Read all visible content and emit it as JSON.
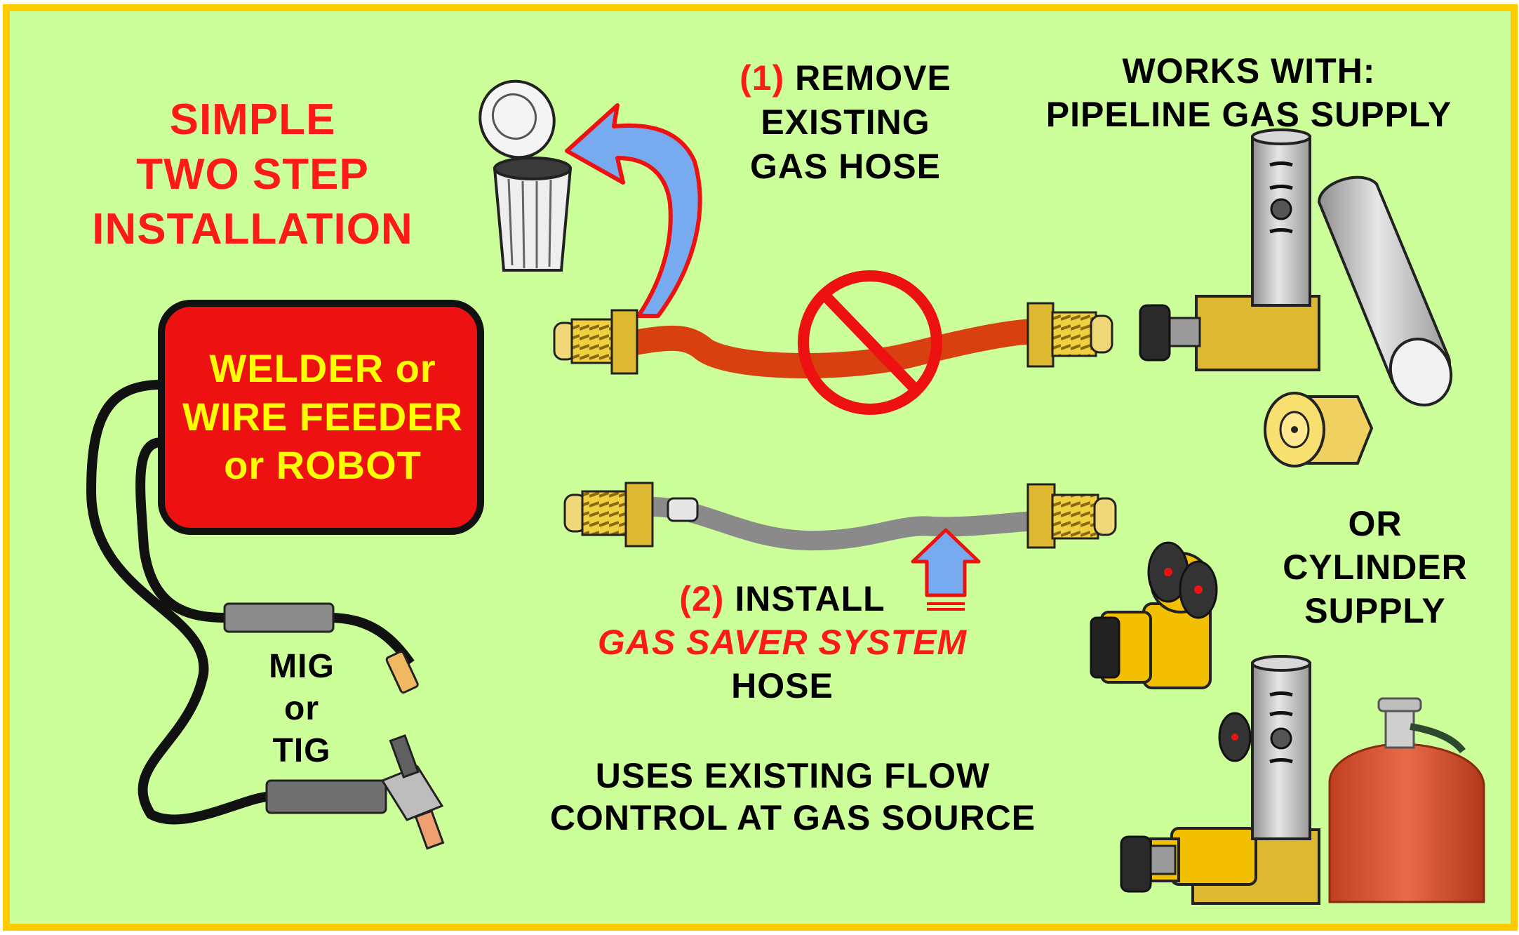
{
  "headline": {
    "line1": "SIMPLE",
    "line2": "TWO STEP",
    "line3": "INSTALLATION"
  },
  "step1": {
    "number": "(1)",
    "line1": "REMOVE",
    "line2": "EXISTING",
    "line3": "GAS HOSE"
  },
  "works_with": {
    "line1": "WORKS WITH:",
    "line2": "PIPELINE GAS SUPPLY"
  },
  "welder_box": {
    "line1": "WELDER or",
    "line2": "WIRE FEEDER",
    "line3": "or ROBOT"
  },
  "torch_label": {
    "line1": "MIG",
    "line2": "or",
    "line3": "TIG"
  },
  "step2": {
    "number": "(2)",
    "line1": "INSTALL",
    "product": "GAS SAVER SYSTEM",
    "line3": "HOSE"
  },
  "cylinder_supply": {
    "line1": "OR",
    "line2": "CYLINDER",
    "line3": "SUPPLY"
  },
  "footer_note": {
    "line1": "USES EXISTING FLOW",
    "line2": "CONTROL AT GAS SOURCE"
  },
  "colors": {
    "background": "#ccff99",
    "border": "#ffcc00",
    "headline_red": "#ff1a1a",
    "welder_box": "#ee1111",
    "welder_text": "#ffff00",
    "old_hose": "#d84010",
    "new_hose": "#8a8a8a",
    "arrow_blue": "#77aaee",
    "fitting_brass": "#ddb830"
  },
  "icons": [
    "trash-can-icon",
    "curved-arrow-icon",
    "prohibition-icon",
    "flowmeter-icon",
    "pipe-icon",
    "regulator-icon",
    "gas-cylinder-icon",
    "mig-gun-icon",
    "tig-torch-icon",
    "up-arrow-icon"
  ]
}
